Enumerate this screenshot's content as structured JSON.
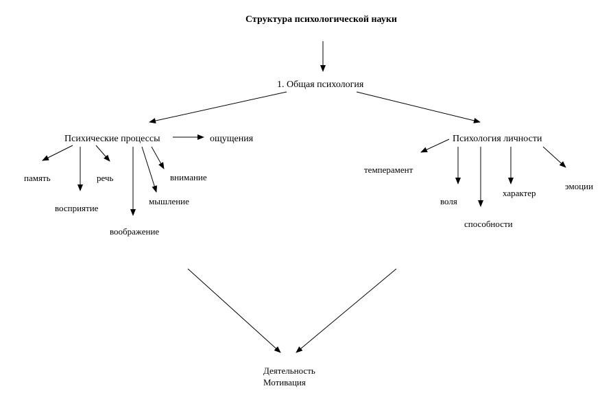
{
  "diagram": {
    "title": "Структура психологической науки",
    "nodes": {
      "general": "1. Общая психология",
      "processes": "Психические процессы",
      "personality": "Психология личности",
      "sensations": "ощущения",
      "memory": "память",
      "speech": "речь",
      "perception": "восприятие",
      "attention": "внимание",
      "thinking": "мышление",
      "imagination": "воображение",
      "temperament": "темперамент",
      "will": "воля",
      "abilities": "способности",
      "character": "характер",
      "emotions": "эмоции",
      "activity": "Деятельность",
      "motivation": "Мотивация"
    },
    "edges": [
      {
        "from": "title",
        "to": "general",
        "arrow": true
      },
      {
        "from": "general",
        "to": "processes",
        "arrow": true
      },
      {
        "from": "general",
        "to": "personality",
        "arrow": true
      },
      {
        "from": "processes",
        "to": "sensations",
        "arrow": true
      },
      {
        "from": "processes",
        "to": "memory",
        "arrow": true
      },
      {
        "from": "processes",
        "to": "perception",
        "arrow": true
      },
      {
        "from": "processes",
        "to": "speech",
        "arrow": true
      },
      {
        "from": "processes",
        "to": "imagination",
        "arrow": true
      },
      {
        "from": "processes",
        "to": "thinking",
        "arrow": true
      },
      {
        "from": "processes",
        "to": "attention",
        "arrow": true
      },
      {
        "from": "personality",
        "to": "temperament",
        "arrow": true
      },
      {
        "from": "personality",
        "to": "will",
        "arrow": true
      },
      {
        "from": "personality",
        "to": "abilities",
        "arrow": true
      },
      {
        "from": "personality",
        "to": "character",
        "arrow": true
      },
      {
        "from": "personality",
        "to": "emotions",
        "arrow": true
      },
      {
        "from": "processes",
        "to": "activity",
        "arrow": true
      },
      {
        "from": "personality",
        "to": "activity",
        "arrow": true
      }
    ]
  }
}
